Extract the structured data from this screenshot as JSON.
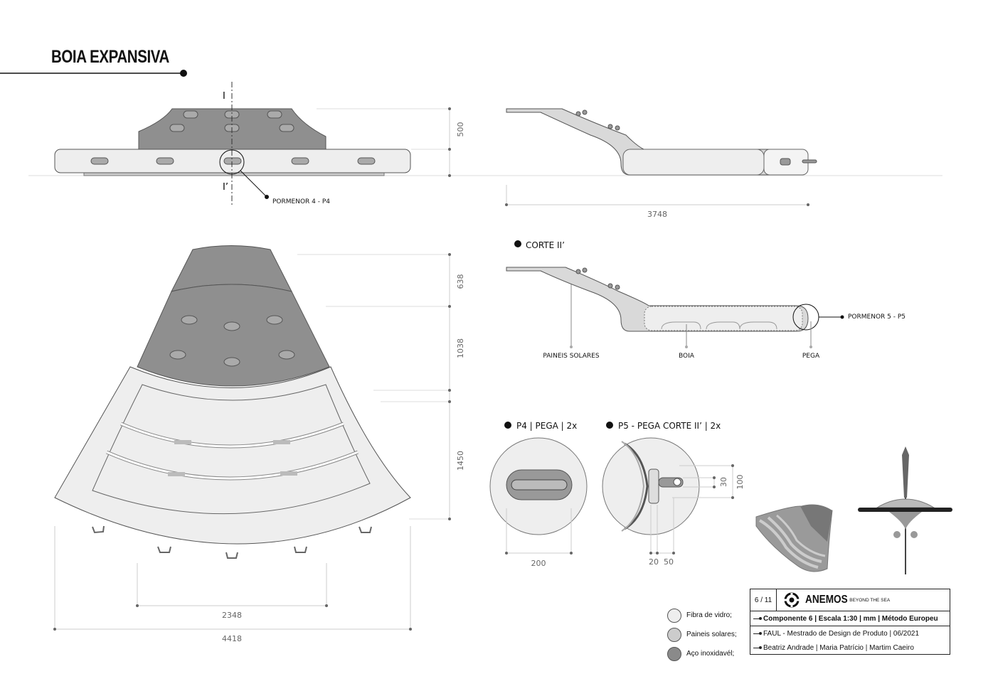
{
  "title": "BOIA EXPANSIVA",
  "top_view": {
    "section_marks": [
      "I",
      "I’"
    ],
    "detail_callout": "PORMENOR 4 - P4",
    "dim_height": "500"
  },
  "side_view": {
    "dim_length": "3748"
  },
  "section": {
    "heading": "CORTE II’",
    "labels": [
      "PAINEIS SOLARES",
      "BOIA",
      "PEGA"
    ],
    "detail_callout": "PORMENOR 5 - P5"
  },
  "plan_view": {
    "dims_right": [
      "638",
      "1038",
      "1450"
    ],
    "dim_inner": "2348",
    "dim_total": "4418"
  },
  "details": {
    "p4": {
      "heading": "P4 | PEGA | 2x",
      "dim": "200"
    },
    "p5": {
      "heading": "P5 - PEGA CORTE II’ | 2x",
      "dims": [
        "30",
        "100",
        "20",
        "50"
      ]
    }
  },
  "legend": [
    {
      "label": "Fibra de vidro;",
      "color": "#eeeeee"
    },
    {
      "label": "Paineis solares;",
      "color": "#cccccc"
    },
    {
      "label": "Aço inoxidavél;",
      "color": "#8a8a8a"
    }
  ],
  "title_block": {
    "page": "6 / 11",
    "brand": "ANEMOS",
    "tagline": "BEYOND THE SEA",
    "line1": "Componente 6   |  Escala 1:30  |  mm  |  Método Europeu",
    "line2": "FAUL - Mestrado de Design de Produto  | 06/2021",
    "line3": "Beatriz Andrade  |  Maria Patrício  |  Martim Caeiro"
  },
  "icons": [
    "anemos-logo-icon"
  ]
}
